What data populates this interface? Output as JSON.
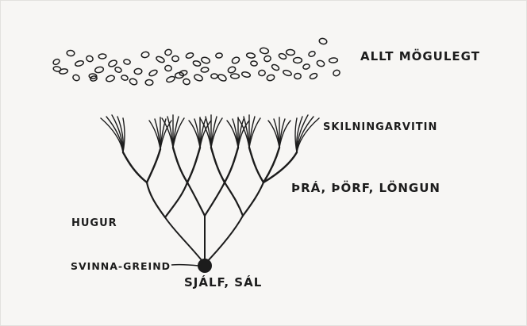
{
  "labels": {
    "possibilities": "ALLT MÖGULEGT",
    "senses": "SKILNINGARVITIN",
    "desires": "ÞRÁ, ÞÖRF, LÖNGUN",
    "mind": "HUGUR",
    "pivot": "SVINNA-GREIND",
    "self": "SJÁLF, SÁL"
  },
  "colors": {
    "paper": "#f7f6f4",
    "ink": "#1c1c1c"
  }
}
